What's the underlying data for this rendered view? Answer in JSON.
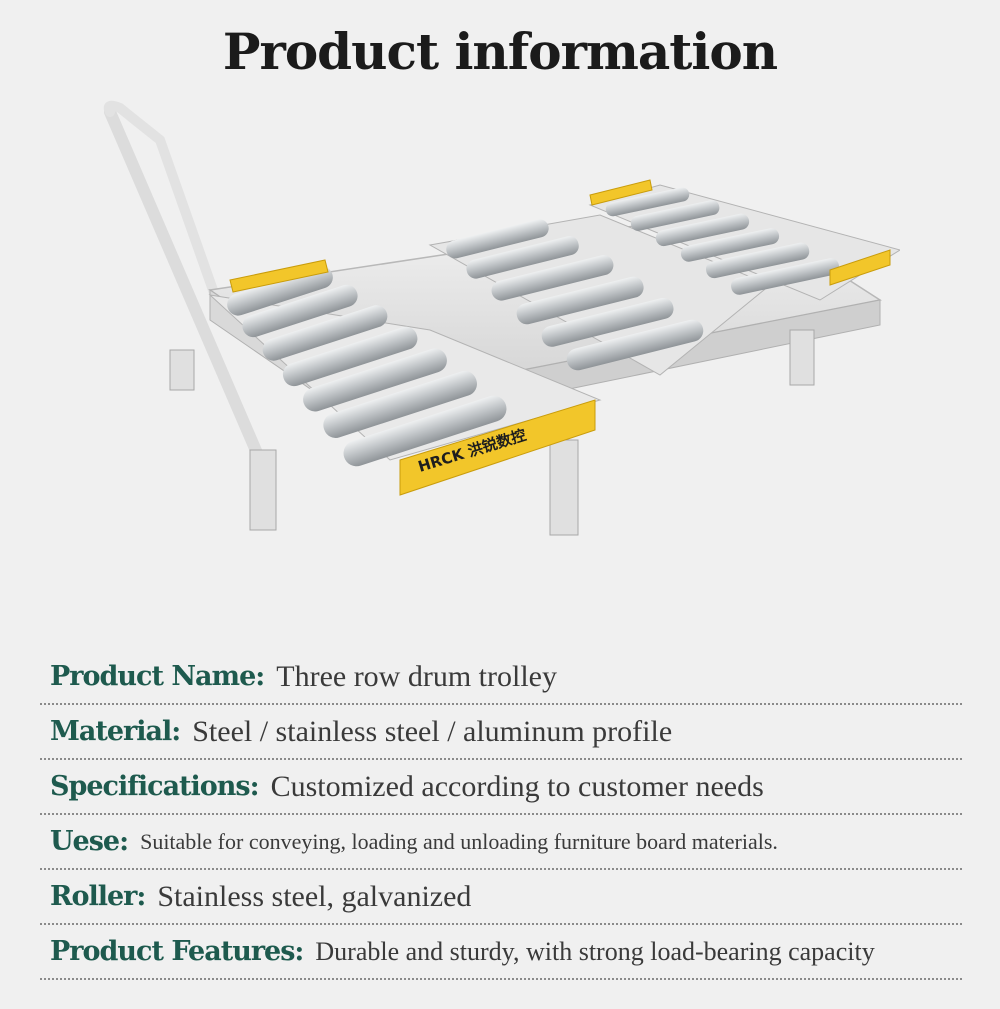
{
  "header": {
    "title": "Product information"
  },
  "product_image": {
    "brand_text": "HRCK 洪锐数控",
    "colors": {
      "frame": "#e6e6e6",
      "frame_shade": "#c9c9c9",
      "roller": "#b8bcbf",
      "guard": "#f2c62a"
    }
  },
  "specs": [
    {
      "label": "Product Name:",
      "value": "Three row drum trolley",
      "size": "large"
    },
    {
      "label": "Material:",
      "value": "Steel / stainless steel / aluminum profile",
      "size": "large"
    },
    {
      "label": "Specifications:",
      "value": "Customized according to customer needs",
      "size": "large"
    },
    {
      "label": "Uese:",
      "value": "Suitable for conveying, loading and unloading furniture board materials.",
      "size": "small"
    },
    {
      "label": "Roller:",
      "value": "Stainless steel, galvanized",
      "size": "large"
    },
    {
      "label": "Product Features:",
      "value": "Durable and sturdy, with strong load-bearing capacity",
      "size": "medium"
    }
  ],
  "theme": {
    "label_color": "#1e5a4e",
    "value_color": "#3a3a3a",
    "background": "#f0f0f0"
  }
}
